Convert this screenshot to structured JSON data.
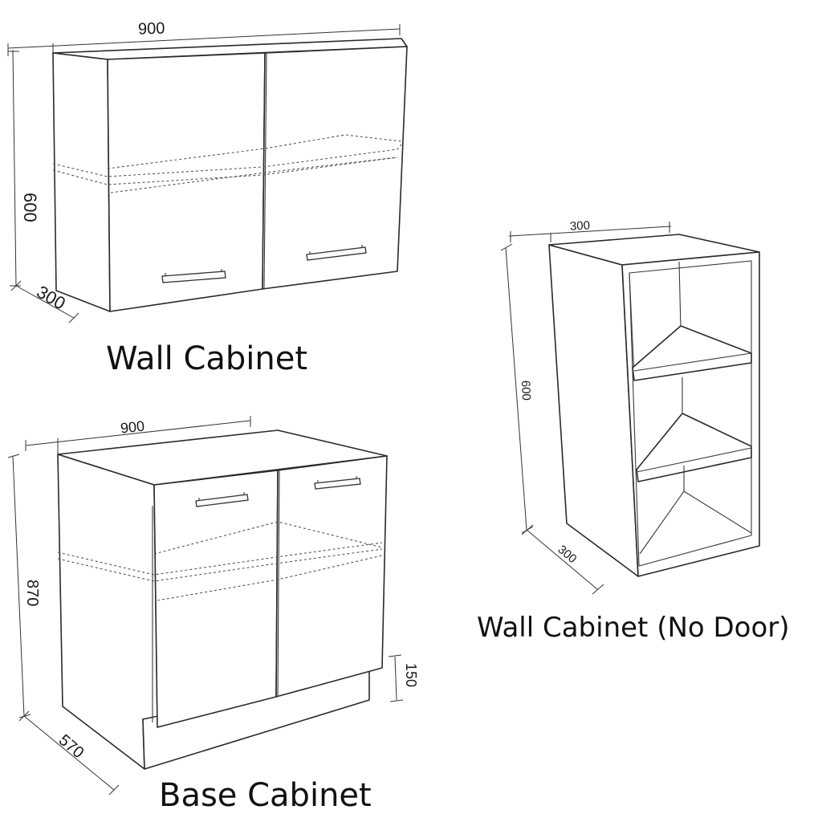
{
  "wall_cabinet": {
    "caption": "Wall Cabinet",
    "width": "900",
    "height": "600",
    "depth": "300"
  },
  "open_wall_cabinet": {
    "caption": "Wall Cabinet (No Door)",
    "width": "300",
    "height": "600",
    "depth": "300"
  },
  "base_cabinet": {
    "caption": "Base Cabinet",
    "width": "900",
    "height": "870",
    "depth": "570",
    "plinth": "150"
  }
}
